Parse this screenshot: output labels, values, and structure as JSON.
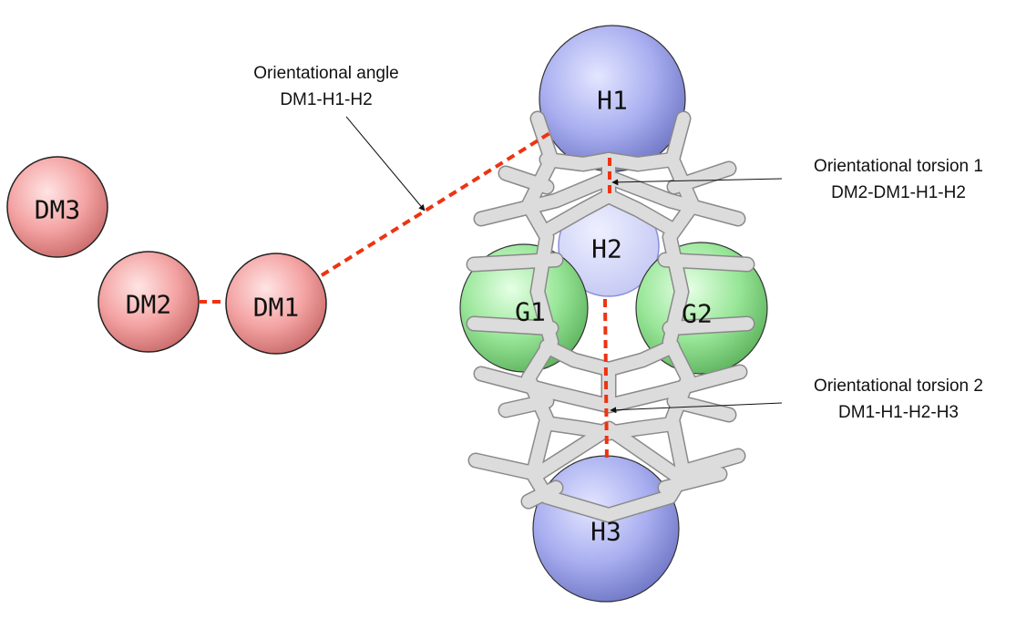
{
  "atoms": {
    "dm1": "DM1",
    "dm2": "DM2",
    "dm3": "DM3",
    "h1": "H1",
    "h2": "H2",
    "h3": "H3",
    "g1": "G1",
    "g2": "G2"
  },
  "annotations": {
    "angle": {
      "line1": "Orientational angle",
      "line2": "DM1-H1-H2"
    },
    "torsion1": {
      "line1": "Orientational torsion 1",
      "line2": "DM2-DM1-H1-H2"
    },
    "torsion2": {
      "line1": "Orientational torsion 2",
      "line2": "DM1-H1-H2-H3"
    }
  },
  "colors": {
    "dummy_atom": "#f4a3a3",
    "host_atom": "#a9aff0",
    "guest_atom": "#98e698",
    "restraint_line": "#ee3311",
    "host_bond": "#dcdcdc"
  }
}
